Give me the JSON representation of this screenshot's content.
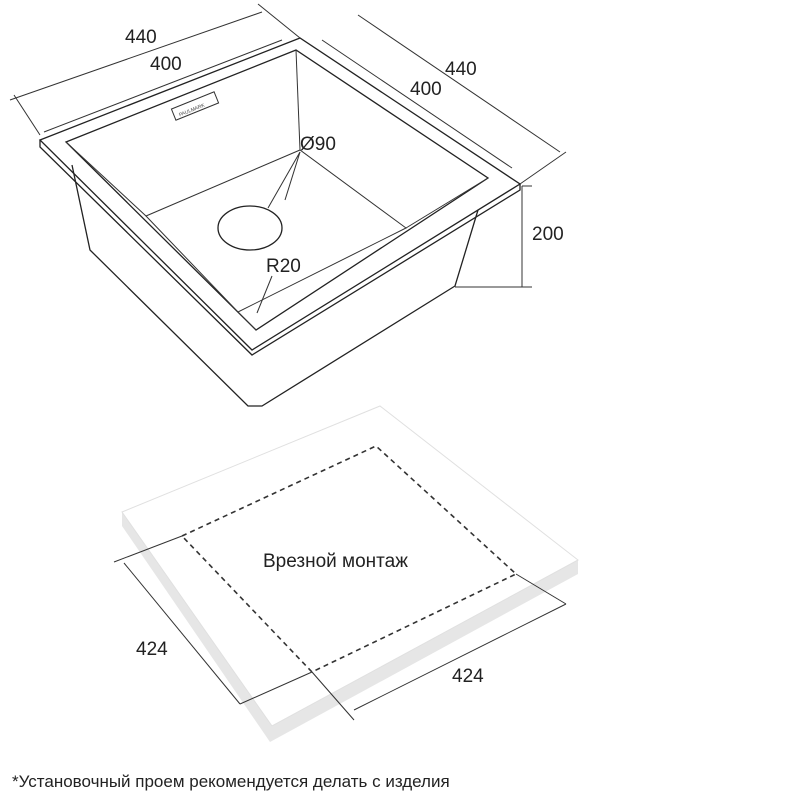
{
  "sink": {
    "dimensions": {
      "outer_width": "440",
      "inner_width": "400",
      "outer_depth": "440",
      "inner_depth": "400",
      "height": "200",
      "drain_diameter": "Ø90",
      "corner_radius": "R20"
    },
    "logo_text": "PAULMARK"
  },
  "cutout": {
    "label": "Врезной монтаж",
    "width": "424",
    "depth": "424"
  },
  "footnote": "*Установочный проем рекомендуется делать с изделия",
  "colors": {
    "line": "#222222",
    "countertop_fill": "#ffffff",
    "countertop_shadow": "#e6e6e6"
  }
}
